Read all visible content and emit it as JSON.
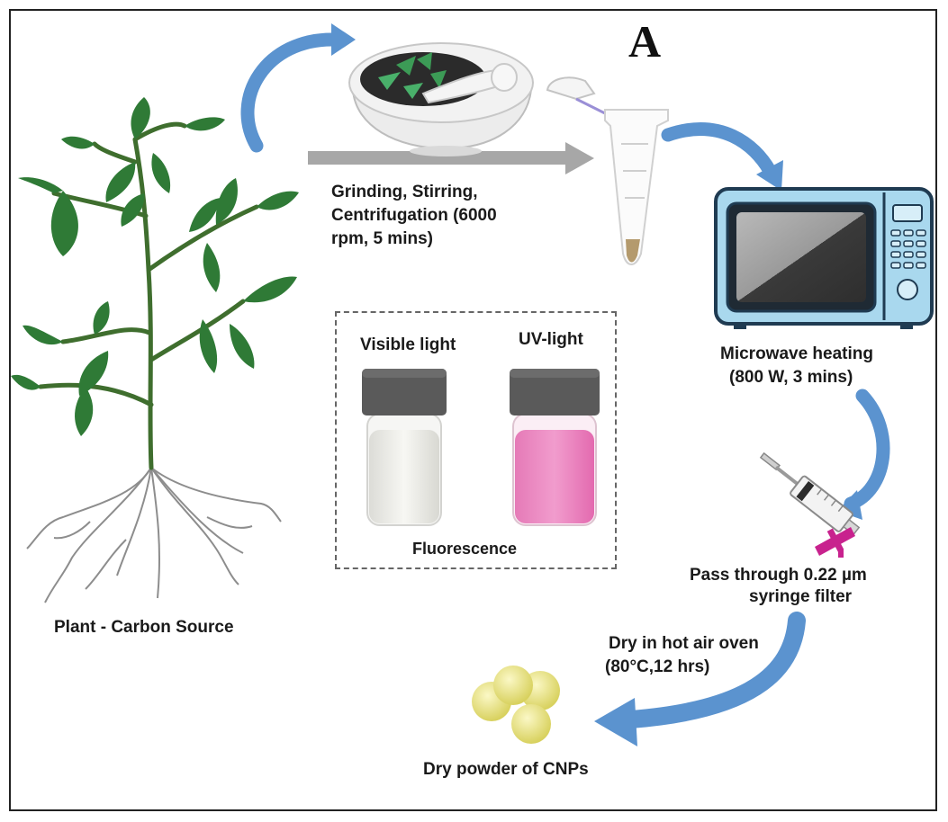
{
  "panel_letter": "A",
  "steps": {
    "plant": "Plant - Carbon Source",
    "grinding": {
      "line1": "Grinding, Stirring,",
      "line2": "Centrifugation (6000",
      "line3": "rpm, 5 mins)"
    },
    "microwave": {
      "line1": "Microwave heating",
      "line2": "(800 W, 3 mins)"
    },
    "filter": {
      "line1": "Pass through 0.22 µm",
      "line2": "syringe filter"
    },
    "oven": {
      "line1": "Dry in hot air oven",
      "line2": "(80°C,12 hrs)"
    },
    "powder": "Dry powder of CNPs"
  },
  "fluorescence": {
    "visible_label": "Visible light",
    "uv_label": "UV-light",
    "caption": "Fluorescence"
  },
  "colors": {
    "arrow_blue": "#5b93cf",
    "arrow_grey": "#a7a7a7",
    "leaf_green": "#2f7a36",
    "stem_green": "#3f6e2e",
    "microwave_body": "#a9d8ee",
    "microwave_outline": "#1f3b52",
    "vial_cap": "#5a5a5a",
    "liquid_visible": "#ecebe6",
    "liquid_uv": "#e774b7",
    "filter_magenta": "#c8228e",
    "powder_yellow": "#e8e27a"
  }
}
